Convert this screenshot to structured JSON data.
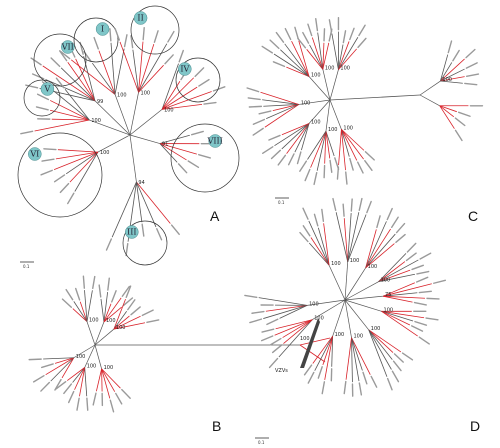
{
  "panels": [
    {
      "id": "A",
      "letter": "A",
      "scale_label": "0.1",
      "clade_labels": [
        "I",
        "II",
        "III",
        "IV",
        "V",
        "VI",
        "VII",
        "VIII"
      ],
      "bootstrap": [
        "100",
        "100",
        "99",
        "100",
        "100",
        "100",
        "91",
        "94",
        "100",
        "100",
        "100",
        "100",
        "100",
        "100",
        "100"
      ]
    },
    {
      "id": "B",
      "letter": "B",
      "scale_label": "0.1",
      "bootstrap": [
        "100",
        "100",
        "100",
        "100",
        "100",
        "100",
        "100"
      ]
    },
    {
      "id": "C",
      "letter": "C",
      "scale_label": "0.1",
      "bootstrap": [
        "100",
        "100",
        "100",
        "100",
        "100",
        "100",
        "100",
        "100"
      ]
    },
    {
      "id": "D",
      "letter": "D",
      "scale_label": "0.1",
      "bootstrap": [
        "100",
        "100",
        "100",
        "100",
        "100",
        "100",
        "100",
        "100",
        "100",
        "100",
        "75"
      ],
      "annotation": "VZVs"
    }
  ],
  "colors": {
    "highlight_branch": "#d8222a",
    "branch": "#555555",
    "clade_circle": "#7fc6c8"
  }
}
